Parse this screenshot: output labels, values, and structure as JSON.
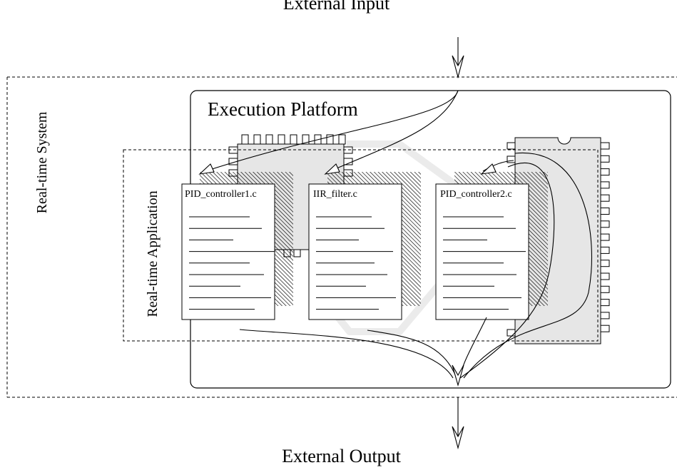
{
  "labels": {
    "external_input": "External Input",
    "external_output": "External Output",
    "execution_platform": "Execution Platform",
    "realtime_system": "Real-time System",
    "realtime_application": "Real-time Application"
  },
  "files": [
    {
      "name": "PID_controller1.c",
      "line_count": 9
    },
    {
      "name": "IIR_filter.c",
      "line_count": 9
    },
    {
      "name": "PID_controller2.c",
      "line_count": 9
    }
  ],
  "colors": {
    "stroke": "#000000",
    "chip_fill": "#e6e6e6",
    "trace": "#ebebeb",
    "hatch": "#000000",
    "page_fill": "#ffffff"
  }
}
